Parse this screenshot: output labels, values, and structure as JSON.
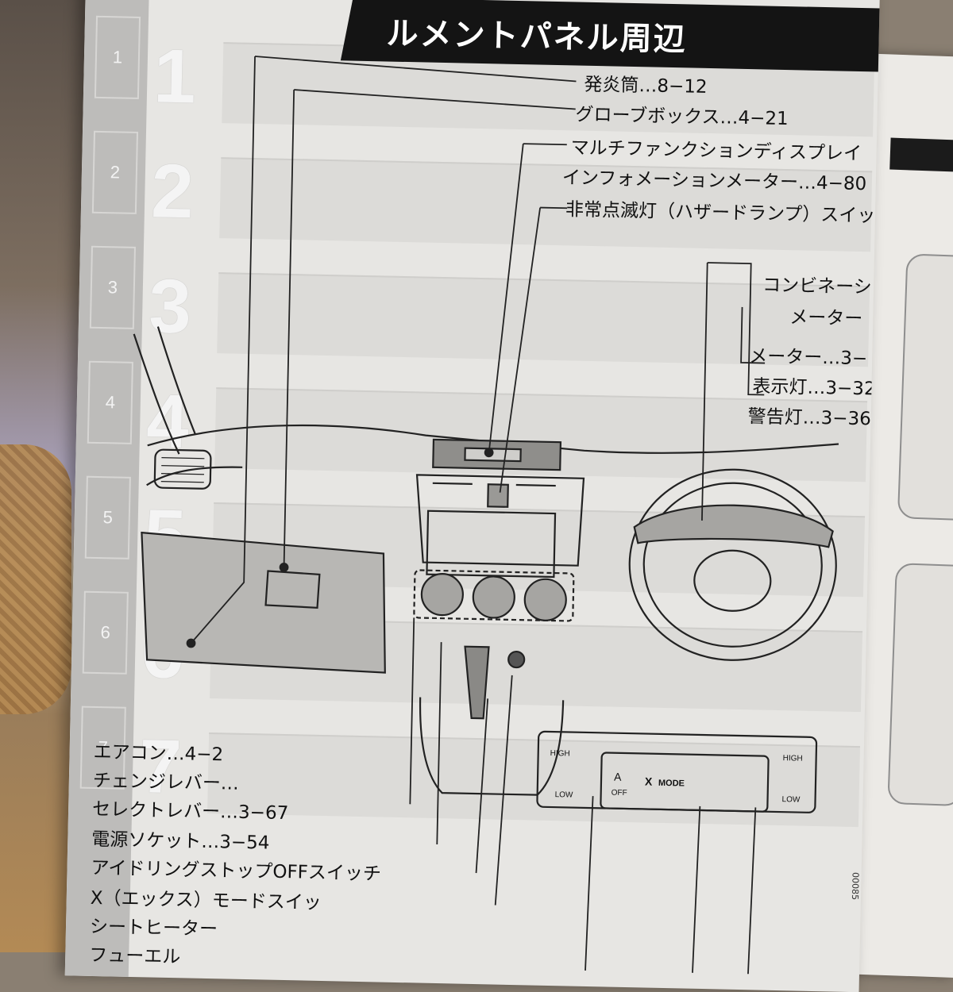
{
  "page_title": "ルメントパネル周辺",
  "side_tabs": [
    "1",
    "2",
    "3",
    "4",
    "5",
    "6",
    "7"
  ],
  "chapter_numbers": [
    "1",
    "2",
    "3",
    "4",
    "5",
    "6",
    "7"
  ],
  "callouts_top": [
    "発炎筒…8−12",
    "グローブボックス…4−21",
    "マルチファンクションディスプレイ",
    "インフォメーションメーター…4−80",
    "非常点滅灯（ハザードランプ）スイッチ",
    "コンビネーション",
    "メーター",
    "メーター…3−",
    "表示灯…3−32",
    "警告灯…3−36"
  ],
  "callouts_bottom": [
    "エアコン…4−2",
    "チェンジレバー…",
    "セレクトレバー…3−67",
    "電源ソケット…3−54",
    "アイドリングストップOFFスイッチ",
    "X（エックス）モードスイッ",
    "シートヒーター",
    "フューエル"
  ],
  "panel_labels": {
    "high": "HIGH",
    "low": "LOW",
    "off": "OFF",
    "a": "A",
    "xmode": "MODE",
    "x": "X"
  },
  "code_tag": "00085"
}
